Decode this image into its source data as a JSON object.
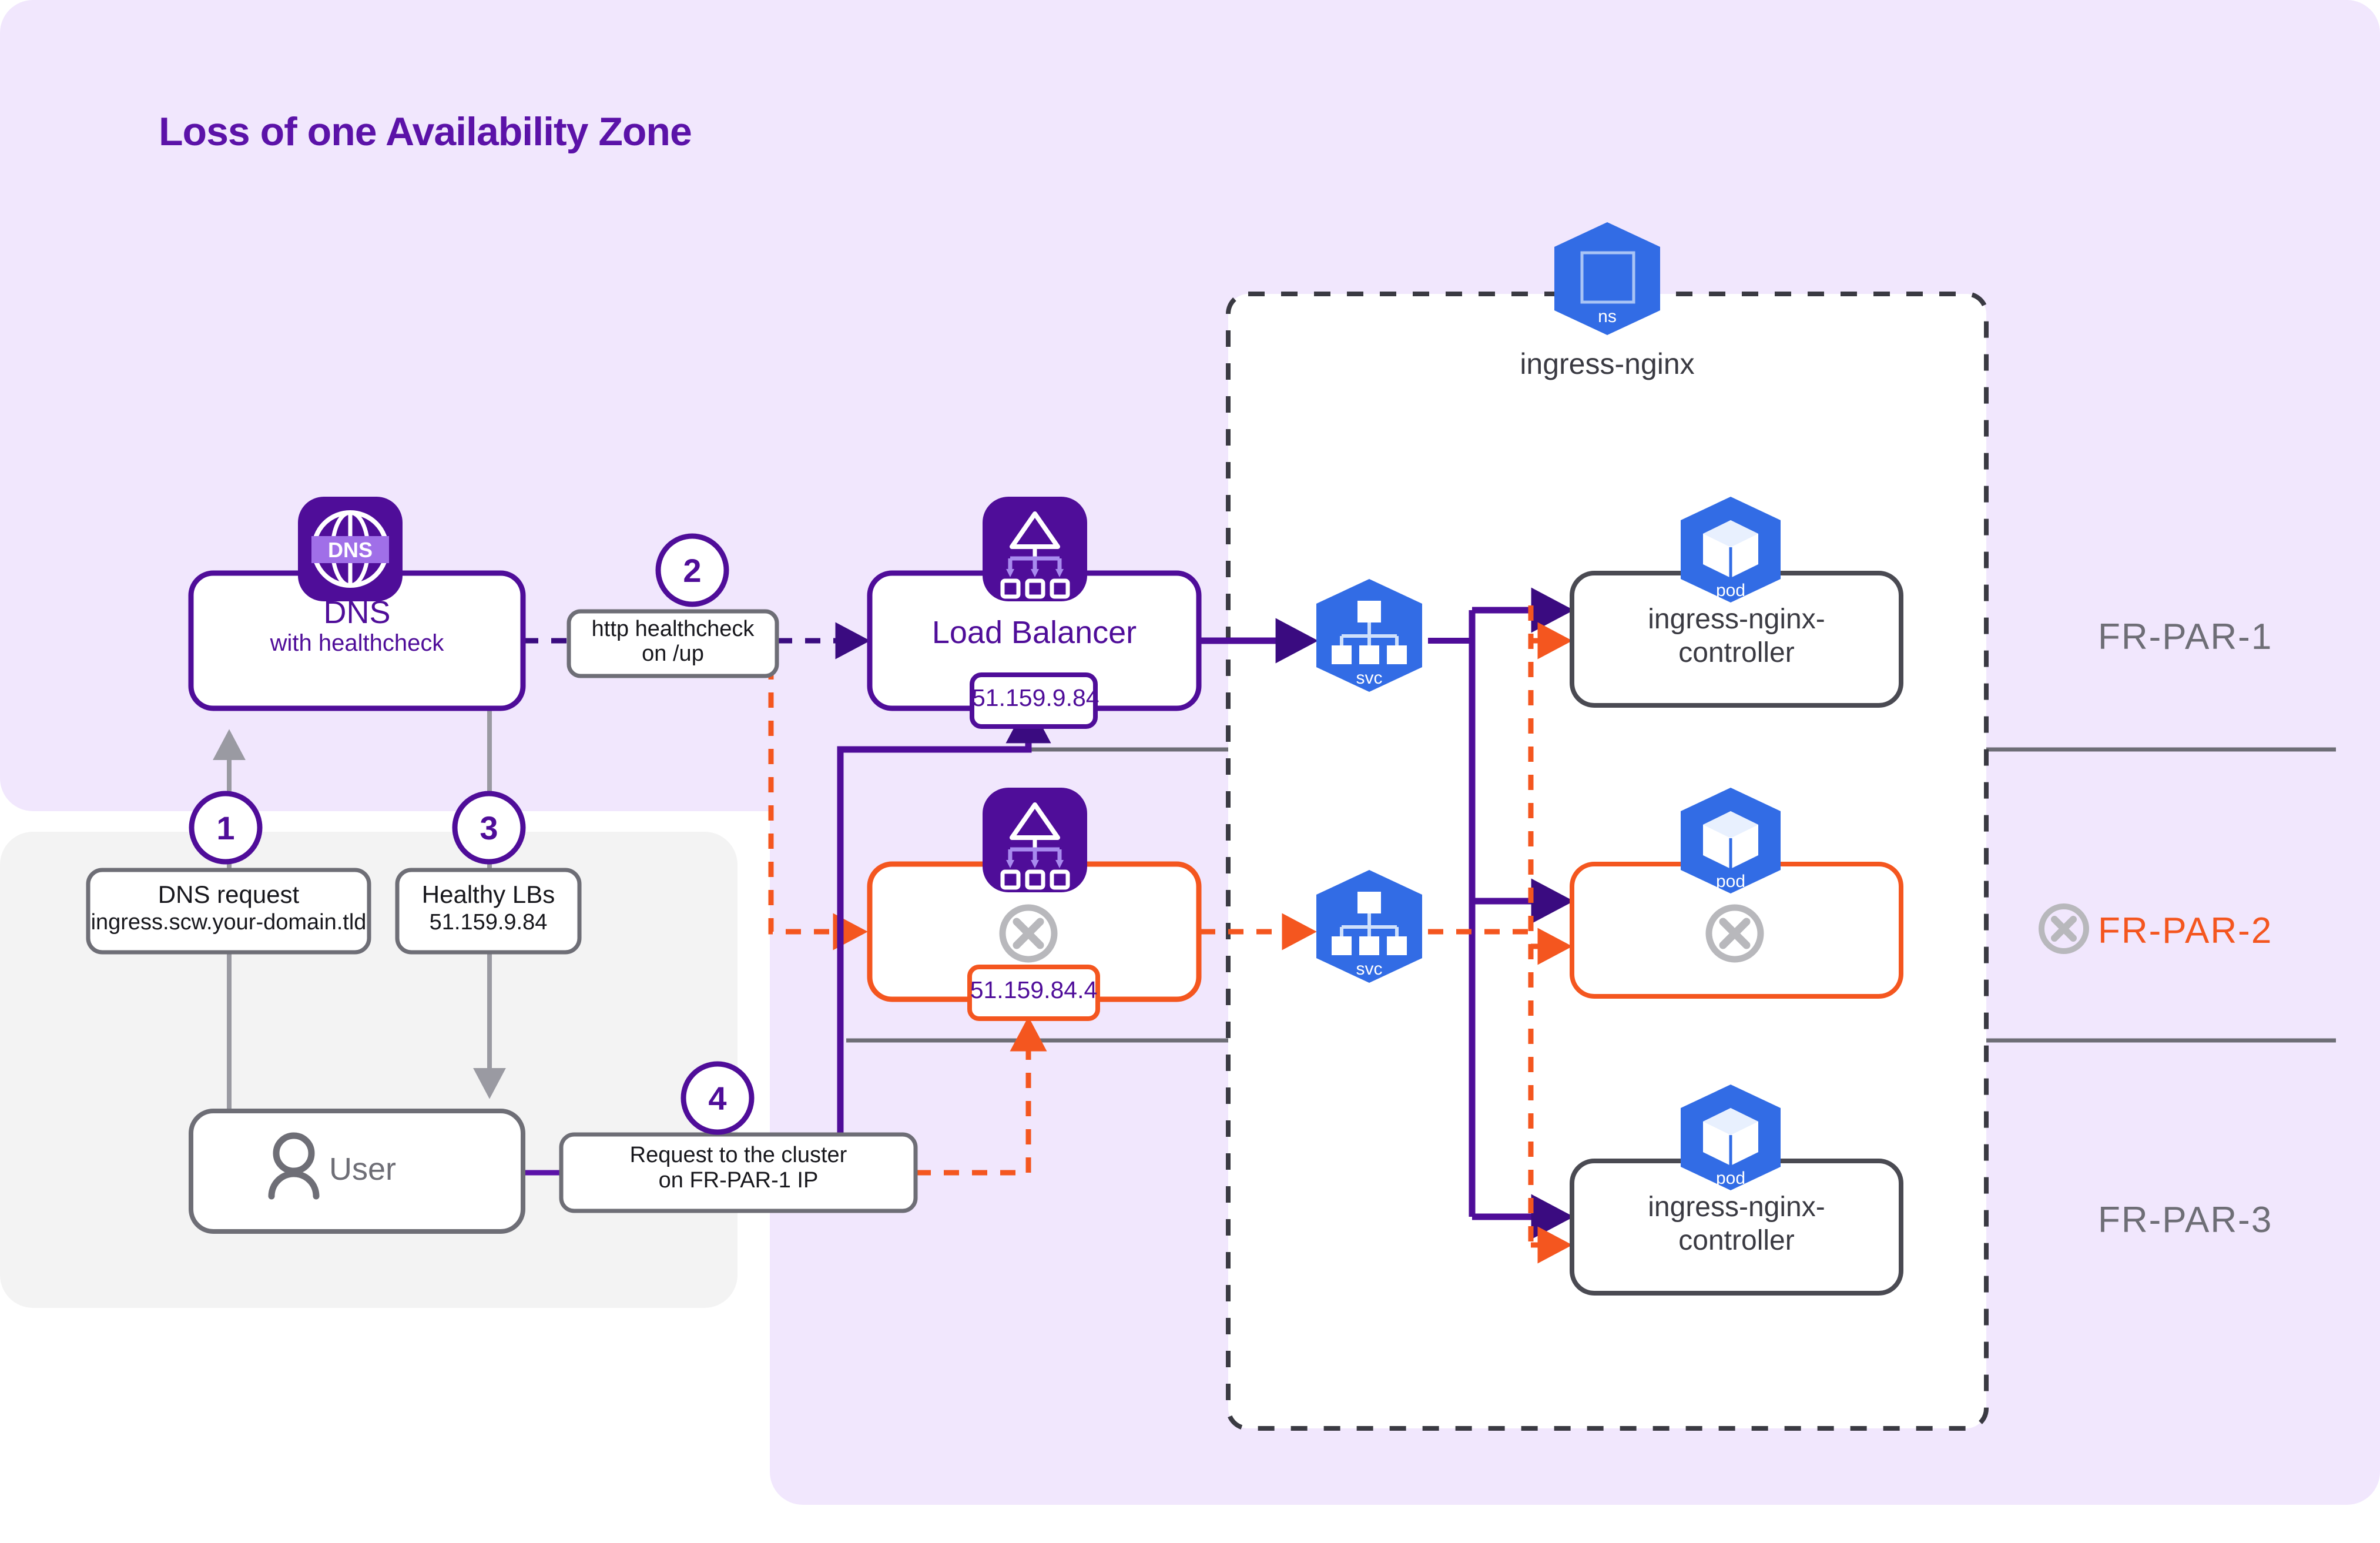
{
  "title": "Loss of one Availability Zone",
  "colors": {
    "panel_purple": "#F1E7FD",
    "panel_gray": "#F3F3F3",
    "brand_purple": "#4F0D99",
    "deep_purple": "#2F0A6B",
    "fail_orange": "#F4561F",
    "k8s_blue": "#326CE5",
    "gray_stroke": "#6E6E76",
    "muted_gray": "#B8B8BC"
  },
  "dns": {
    "label": "DNS",
    "sub": "with healthcheck",
    "icon": "dns-globe-icon",
    "icon_text": "DNS"
  },
  "load_balancer": {
    "label": "Load Balancer",
    "ip": "51.159.9.84",
    "icon": "load-balancer-icon"
  },
  "load_balancer_failed": {
    "label": "",
    "ip": "51.159.84.4",
    "icon": "load-balancer-icon",
    "status_icon": "x-circle-icon"
  },
  "user": {
    "label": "User",
    "icon": "user-icon"
  },
  "namespace": {
    "label": "ingress-nginx",
    "icon_text": "ns",
    "icon": "kubernetes-namespace-icon"
  },
  "services": [
    {
      "icon_text": "svc",
      "icon": "kubernetes-service-icon"
    },
    {
      "icon_text": "svc",
      "icon": "kubernetes-service-icon"
    }
  ],
  "pods": [
    {
      "icon_text": "pod",
      "icon": "kubernetes-pod-icon",
      "label": "ingress-nginx-controller",
      "status": "ok"
    },
    {
      "icon_text": "pod",
      "icon": "kubernetes-pod-icon",
      "label": "",
      "status": "failed",
      "status_icon": "x-circle-icon"
    },
    {
      "icon_text": "pod",
      "icon": "kubernetes-pod-icon",
      "label": "ingress-nginx-controller",
      "status": "ok"
    }
  ],
  "pod_label_lines": [
    "ingress-nginx-",
    "controller"
  ],
  "steps": [
    {
      "number": "1",
      "line1": "DNS request",
      "line2": "ingress.scw.your-domain.tld"
    },
    {
      "number": "2",
      "line1": "http healthcheck",
      "line2": "on /up"
    },
    {
      "number": "3",
      "line1": "Healthy LBs",
      "line2": "51.159.9.84"
    },
    {
      "number": "4",
      "line1": "Request to the cluster",
      "line2": "on FR-PAR-1 IP"
    }
  ],
  "zones": [
    {
      "label": "FR-PAR-1",
      "state": "ok"
    },
    {
      "label": "FR-PAR-2",
      "state": "failed",
      "status_icon": "x-circle-icon"
    },
    {
      "label": "FR-PAR-3",
      "state": "ok"
    }
  ]
}
